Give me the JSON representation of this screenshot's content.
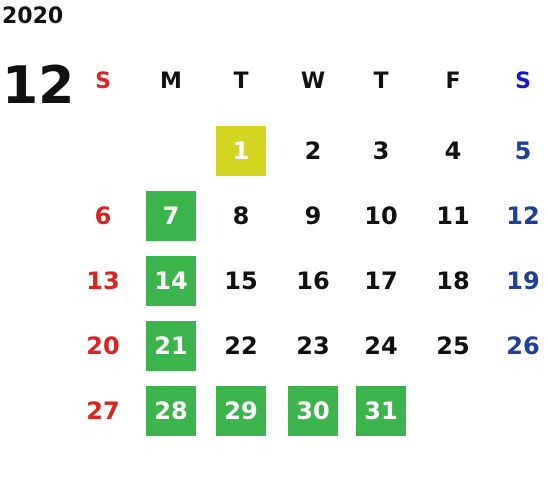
{
  "calendar": {
    "year": "2020",
    "month": "12",
    "weekdays": [
      "S",
      "M",
      "T",
      "W",
      "T",
      "F",
      "S"
    ],
    "weekday_colors": [
      "#dd2222",
      "#111111",
      "#111111",
      "#111111",
      "#111111",
      "#111111",
      "#1515cc"
    ],
    "rows": [
      [
        "",
        "",
        "1",
        "2",
        "3",
        "4",
        "5"
      ],
      [
        "6",
        "7",
        "8",
        "9",
        "10",
        "11",
        "12"
      ],
      [
        "13",
        "14",
        "15",
        "16",
        "17",
        "18",
        "19"
      ],
      [
        "20",
        "21",
        "22",
        "23",
        "24",
        "25",
        "26"
      ],
      [
        "27",
        "28",
        "29",
        "30",
        "31",
        "",
        ""
      ]
    ],
    "highlighted_today": [
      "1"
    ],
    "highlighted_green": [
      "7",
      "14",
      "21",
      "28",
      "29",
      "30",
      "31"
    ],
    "colors": {
      "sunday": "#dd2222",
      "saturday_day": "#1f3f99",
      "weekday": "#111111",
      "today_bg": "#d4d423",
      "green_bg": "#3bb44b",
      "highlight_text": "#ffffff"
    }
  }
}
